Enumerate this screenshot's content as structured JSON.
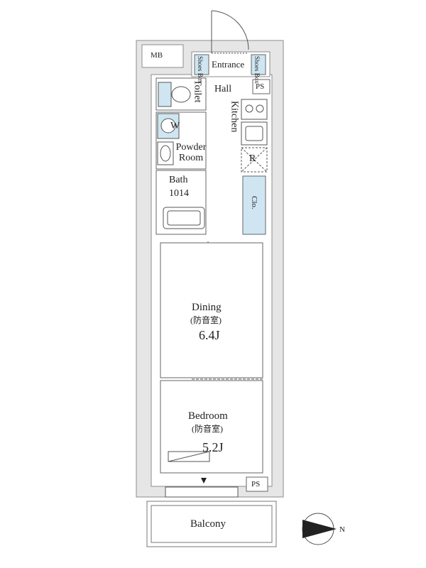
{
  "labels": {
    "mb": "MB",
    "shoes_box_left": "Shoes Box",
    "shoes_box_right": "Shoes Box",
    "entrance": "Entrance",
    "ps_top": "PS",
    "toilet": "Toilet",
    "hall": "Hall",
    "kitchen": "Kitchen",
    "washer": "W",
    "powder_room": "Powder Room",
    "refrigerator": "R",
    "bath": "Bath",
    "bath_size": "1014",
    "closet": "Clo.",
    "dining": "Dining",
    "dining_note": "(防音室)",
    "dining_size": "6.4J",
    "bedroom": "Bedroom",
    "bedroom_note": "(防音室)",
    "bedroom_size": "5.2J",
    "ps_bottom": "PS",
    "balcony": "Balcony",
    "compass_n": "N"
  },
  "colors": {
    "wall": "#9a9a9a",
    "wall_fill": "#e6e6e6",
    "fixture_blue": "#cfe6f2",
    "line": "#555555"
  },
  "icons": [
    "compass-icon",
    "door-swing-icon",
    "toilet-icon",
    "washer-icon",
    "sink-icon",
    "bathtub-icon",
    "stove-icon",
    "refrigerator-icon"
  ]
}
